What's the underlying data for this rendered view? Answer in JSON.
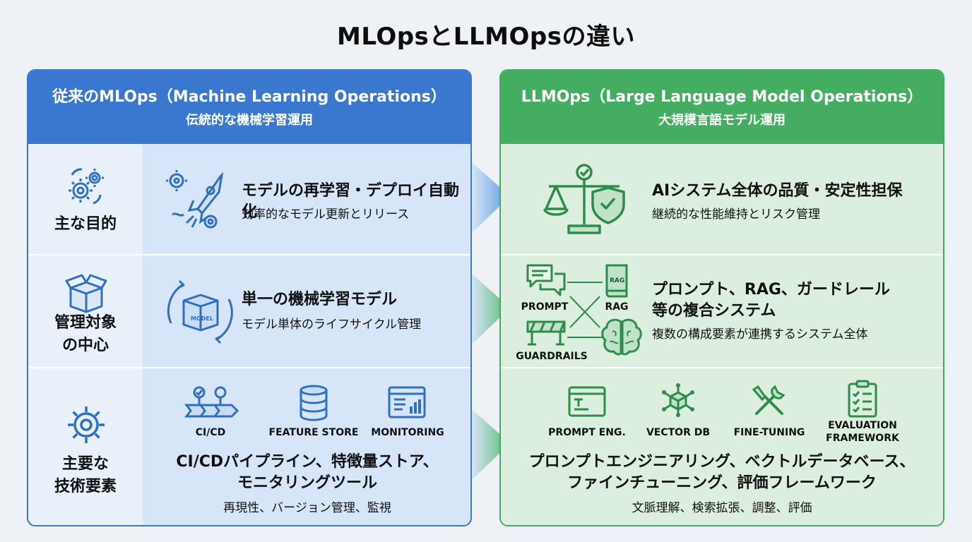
{
  "title": "MLOpsとLLMOpsの違い",
  "mlops": {
    "header": "従来のMLOps（Machine Learning Operations）",
    "subheader": "伝統的な機械学習運用",
    "rows": [
      {
        "category": "主な目的",
        "title": "モデルの再学習・デプロイ自動化",
        "desc": "効率的なモデル更新とリリース"
      },
      {
        "category_line1": "管理対象",
        "category_line2": "の中心",
        "title": "単一の機械学習モデル",
        "desc": "モデル単体のライフサイクル管理",
        "box_label": "MODEL"
      },
      {
        "category_line1": "主要な",
        "category_line2": "技術要素",
        "tools": [
          "CI/CD",
          "FEATURE STORE",
          "MONITORING"
        ],
        "title_line1": "CI/CDパイプライン、特徴量ストア、",
        "title_line2": "モニタリングツール",
        "desc": "再現性、バージョン管理、監視"
      }
    ]
  },
  "llmops": {
    "header": "LLMOps（Large Language Model Operations）",
    "subheader": "大規模言語モデル運用",
    "rows": [
      {
        "title": "AIシステム全体の品質・安定性担保",
        "desc": "継続的な性能維持とリスク管理"
      },
      {
        "labels": {
          "prompt": "PROMPT",
          "rag": "RAG",
          "rag_book": "RAG",
          "guardrails": "GUARDRAILS"
        },
        "title_line1": "プロンプト、RAG、ガードレール",
        "title_line2": "等の複合システム",
        "desc": "複数の構成要素が連携するシステム全体"
      },
      {
        "tools": [
          "PROMPT ENG.",
          "VECTOR DB",
          "FINE-TUNING"
        ],
        "tool4_line1": "EVALUATION",
        "tool4_line2": "FRAMEWORK",
        "title_line1": "プロンプトエンジニアリング、ベクトルデータベース、",
        "title_line2": "ファインチューニング、評価フレームワーク",
        "desc": "文脈理解、検索拡張、調整、評価"
      }
    ]
  },
  "colors": {
    "blue": "#3a78d0",
    "green": "#44ad62",
    "icon_blue": "#2f6fc0",
    "icon_green": "#2e8b4b"
  }
}
